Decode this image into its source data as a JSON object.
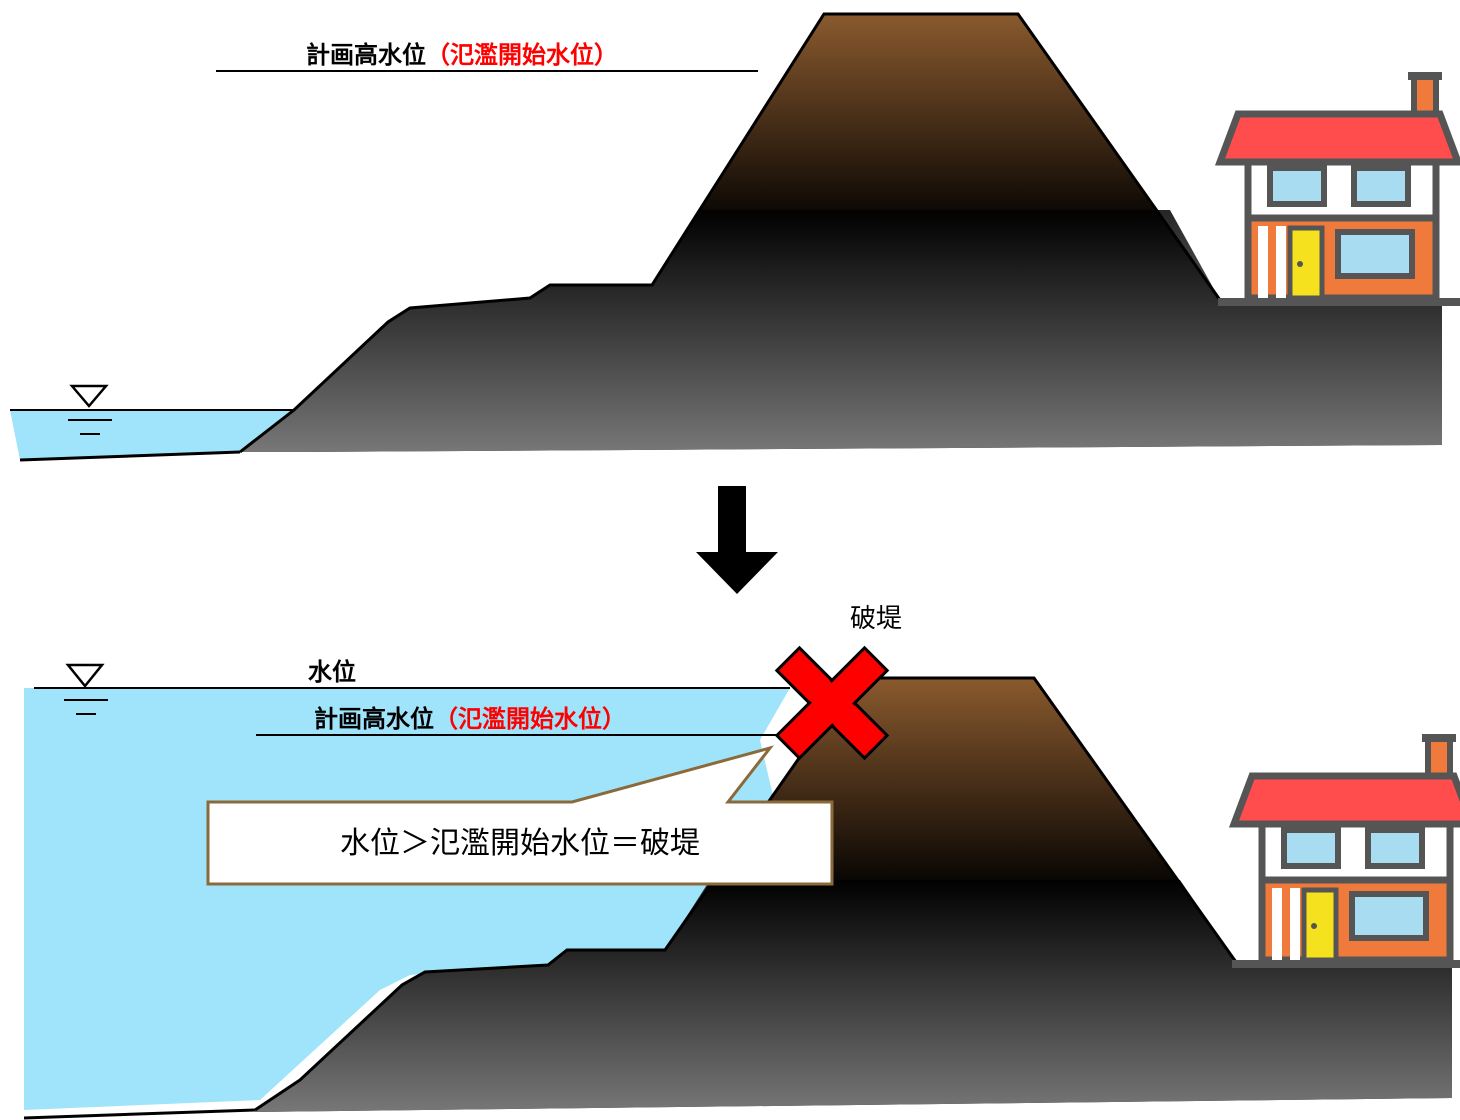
{
  "top_panel": {
    "level_label": "計画高水位",
    "level_label_red": "（氾濫開始水位）"
  },
  "bottom_panel": {
    "water_level_label": "水位",
    "level_label": "計画高水位",
    "level_label_red": "（氾濫開始水位）",
    "breach_label": "破堤",
    "callout_text": "水位＞氾濫開始水位＝破堤"
  },
  "colors": {
    "water": "#9fe4fb",
    "levee_top": "#8a5a2e",
    "ground": "#000000",
    "roof": "#ff4d4d",
    "wall": "#f07a3c",
    "door": "#f5e11e",
    "window": "#a8dcf0",
    "cross": "#ff0000",
    "callout_border": "#8a6a3a"
  },
  "icons": [
    "water-level-marker-icon",
    "down-arrow-icon",
    "house-icon",
    "breach-cross-icon"
  ]
}
